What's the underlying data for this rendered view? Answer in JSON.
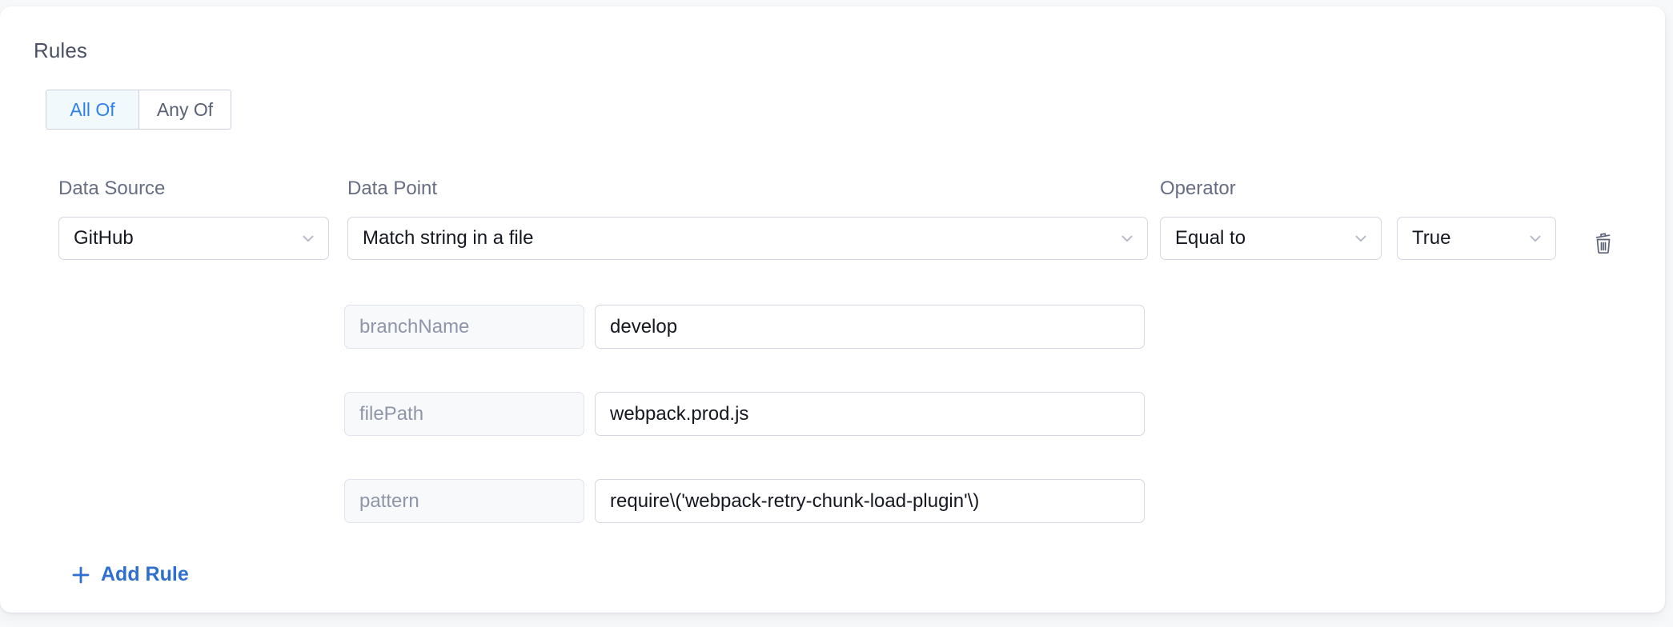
{
  "panel": {
    "title": "Rules"
  },
  "match_mode": {
    "options": [
      {
        "label": "All Of",
        "selected": true
      },
      {
        "label": "Any Of",
        "selected": false
      }
    ]
  },
  "columns": {
    "data_source_label": "Data Source",
    "data_point_label": "Data Point",
    "operator_label": "Operator"
  },
  "rule": {
    "data_source": "GitHub",
    "data_point": "Match string in a file",
    "operator": "Equal to",
    "operator_value": "True",
    "delete_icon": "trash-icon",
    "parameters": [
      {
        "key": "branchName",
        "value": "develop"
      },
      {
        "key": "filePath",
        "value": "webpack.prod.js"
      },
      {
        "key": "pattern",
        "value": "require\\('webpack-retry-chunk-load-plugin'\\)"
      }
    ]
  },
  "actions": {
    "add_rule_label": "Add Rule",
    "add_rule_icon": "plus-icon"
  },
  "colors": {
    "accent": "#2f80ed",
    "add_rule": "#2f6fd0",
    "segment_active_bg": "#f2f9fd",
    "card_bg": "#ffffff",
    "page_bg": "#f7f8fa",
    "label_text": "#676d82",
    "placeholder_text": "#8f95a9",
    "value_text": "#15181f",
    "border": "#d5d7e2"
  }
}
